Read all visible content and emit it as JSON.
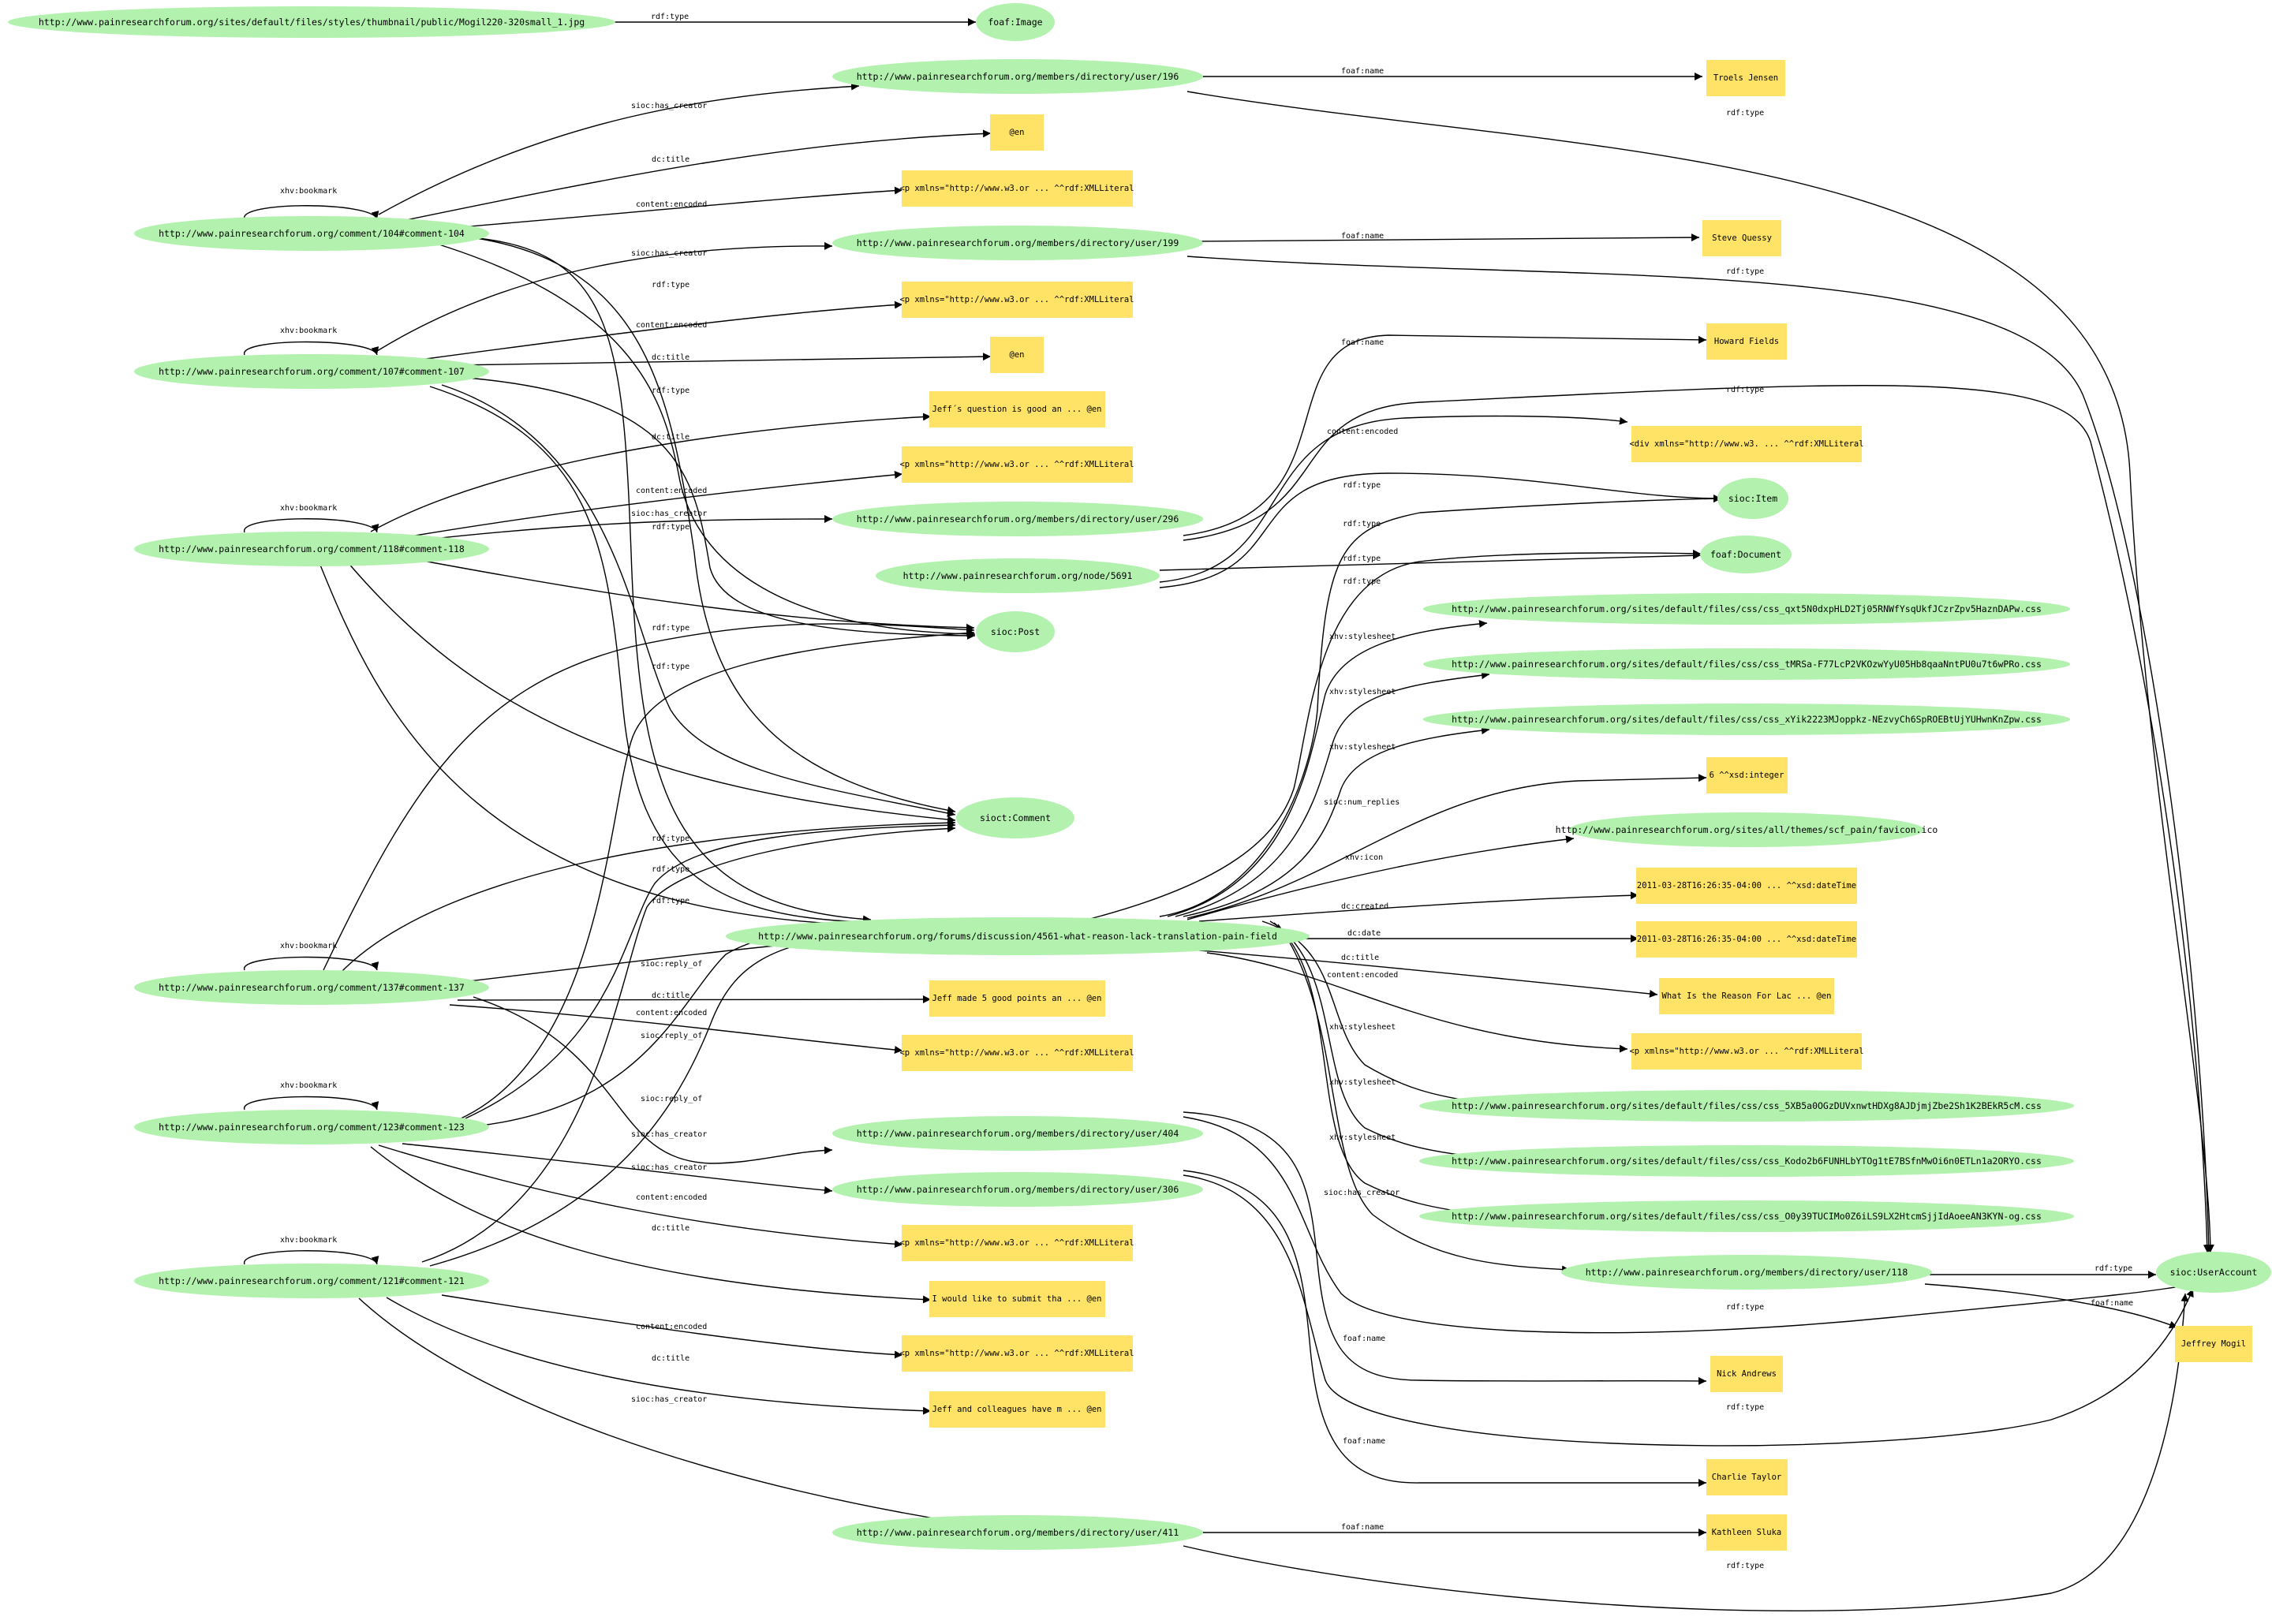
{
  "colors": {
    "resource_fill": "#b2f2ae",
    "literal_fill": "#ffe366",
    "edge": "#000000"
  },
  "nodes": {
    "thumb": "http://www.painresearchforum.org/sites/default/files/styles/thumbnail/public/Mogil220-320small_1.jpg",
    "foaf_image": "foaf:Image",
    "user196": "http://www.painresearchforum.org/members/directory/user/196",
    "troels": "Troels Jensen",
    "c104": "http://www.painresearchforum.org/comment/104#comment-104",
    "en1": "@en",
    "xml1": "<p xmlns=\"http://www.w3.or ... ^^rdf:XMLLiteral",
    "user199": "http://www.painresearchforum.org/members/directory/user/199",
    "steve": "Steve Quessy",
    "xml2": "<p xmlns=\"http://www.w3.or ... ^^rdf:XMLLiteral",
    "c107": "http://www.painresearchforum.org/comment/107#comment-107",
    "en2": "@en",
    "howard": "Howard Fields",
    "jeffq": "Jeff´s question is good an ... @en",
    "divxml": "<div xmlns=\"http://www.w3. ... ^^rdf:XMLLiteral",
    "xml3": "<p xmlns=\"http://www.w3.or ... ^^rdf:XMLLiteral",
    "user296": "http://www.painresearchforum.org/members/directory/user/296",
    "c118": "http://www.painresearchforum.org/comment/118#comment-118",
    "siocitem": "sioc:Item",
    "node5691": "http://www.painresearchforum.org/node/5691",
    "foafdoc": "foaf:Document",
    "css1": "http://www.painresearchforum.org/sites/default/files/css/css_qxt5N0dxpHLD2Tj05RNWfYsqUkfJCzrZpv5HaznDAPw.css",
    "siocpost": "sioc:Post",
    "css2": "http://www.painresearchforum.org/sites/default/files/css/css_tMRSa-F77LcP2VKOzwYyU05Hb8qaaNntPU0u7t6wPRo.css",
    "css3": "http://www.painresearchforum.org/sites/default/files/css/css_xYik2223MJoppkz-NEzvyCh6SpROEBtUjYUHwnKnZpw.css",
    "int6": "6 ^^xsd:integer",
    "siocComment": "sioct:Comment",
    "favicon": "http://www.painresearchforum.org/sites/all/themes/scf_pain/favicon.ico",
    "date1": "2011-03-28T16:26:35-04:00 ... ^^xsd:dateTime",
    "disc": "http://www.painresearchforum.org/forums/discussion/4561-what-reason-lack-translation-pain-field",
    "date2": "2011-03-28T16:26:35-04:00 ... ^^xsd:dateTime",
    "c137": "http://www.painresearchforum.org/comment/137#comment-137",
    "jeff5": "Jeff made 5 good points an ... @en",
    "whatis": "What Is the Reason For Lac ... @en",
    "xml4": "<p xmlns=\"http://www.w3.or ... ^^rdf:XMLLiteral",
    "xml5": "<p xmlns=\"http://www.w3.or ... ^^rdf:XMLLiteral",
    "css4": "http://www.painresearchforum.org/sites/default/files/css/css_5XB5a0OGzDUVxnwtHDXg8AJDjmjZbe2Sh1K2BEkR5cM.css",
    "c123": "http://www.painresearchforum.org/comment/123#comment-123",
    "user404": "http://www.painresearchforum.org/members/directory/user/404",
    "css5": "http://www.painresearchforum.org/sites/default/files/css/css_Kodo2b6FUNHLbYTOg1tE7BSfnMwOi6n0ETLn1a2ORYO.css",
    "user306": "http://www.painresearchforum.org/members/directory/user/306",
    "css6": "http://www.painresearchforum.org/sites/default/files/css/css_O0y39TUCIMo0Z6iLS9LX2HtcmSjjIdAoeeAN3KYN-og.css",
    "xml6": "<p xmlns=\"http://www.w3.or ... ^^rdf:XMLLiteral",
    "user118": "http://www.painresearchforum.org/members/directory/user/118",
    "siocua": "sioc:UserAccount",
    "c121": "http://www.painresearchforum.org/comment/121#comment-121",
    "iwould": "I would like to submit tha ... @en",
    "jeffrey": "Jeffrey Mogil",
    "xml7": "<p xmlns=\"http://www.w3.or ... ^^rdf:XMLLiteral",
    "nick": "Nick Andrews",
    "jeffcol": "Jeff and colleagues have m ... @en",
    "charlie": "Charlie Taylor",
    "user411": "http://www.painresearchforum.org/members/directory/user/411",
    "kathleen": "Kathleen Sluka"
  },
  "edge_labels": {
    "rdf_type": "rdf:type",
    "foaf_name": "foaf:name",
    "sioc_has_creator": "sioc:has_creator",
    "dc_title": "dc:title",
    "content_encoded": "content:encoded",
    "xhv_bookmark": "xhv:bookmark",
    "sioc_reply_of": "sioc:reply_of",
    "xhv_stylesheet": "xhv:stylesheet",
    "sioc_num_replies": "sioc:num_replies",
    "xhv_icon": "xhv:icon",
    "dc_created": "dc:created",
    "dc_date": "dc:date"
  }
}
